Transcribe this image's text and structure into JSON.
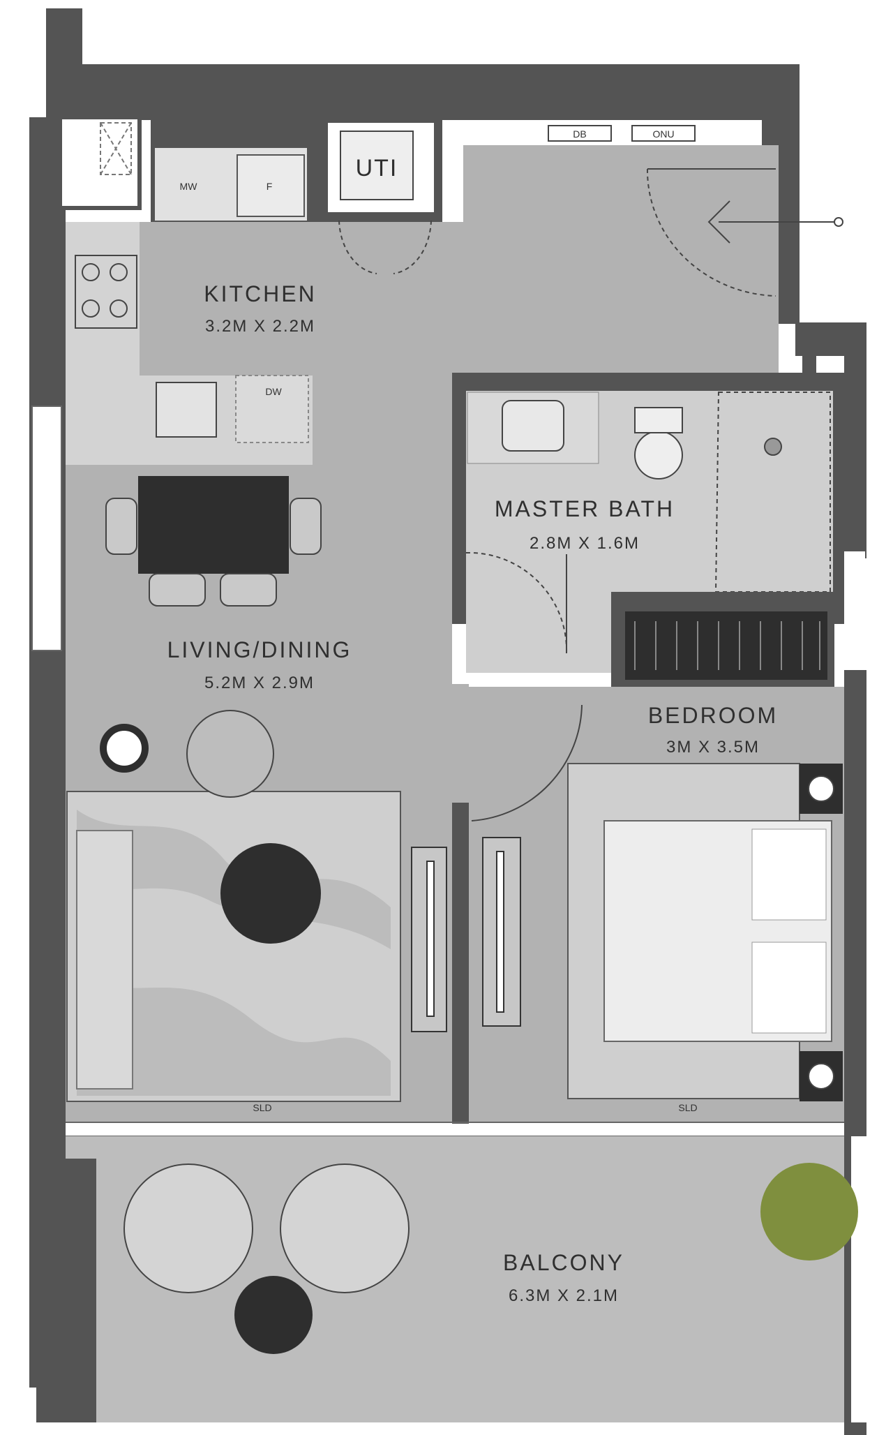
{
  "rooms": {
    "kitchen": {
      "name": "KITCHEN",
      "dims": "3.2M X 2.2M"
    },
    "master_bath": {
      "name": "MASTER BATH",
      "dims": "2.8M X 1.6M"
    },
    "living_dining": {
      "name": "LIVING/DINING",
      "dims": "5.2M X 2.9M"
    },
    "bedroom": {
      "name": "BEDROOM",
      "dims": "3M X 3.5M"
    },
    "balcony": {
      "name": "BALCONY",
      "dims": "6.3M X 2.1M"
    }
  },
  "utility": {
    "label": "UTI"
  },
  "panels": {
    "db": "DB",
    "onu": "ONU"
  },
  "appliances": {
    "microwave": "MW",
    "fridge": "F",
    "dishwasher": "DW"
  },
  "sliding_doors": {
    "living": "SLD",
    "bedroom": "SLD"
  },
  "colors": {
    "wall": "#545454",
    "floor": "#b2b2b2",
    "balcony_floor": "#bdbdbd",
    "counter": "#d3d3d3",
    "bath_floor": "#cfcfcf",
    "furniture_dark": "#2e2e2e",
    "plant": "#7f8f3e"
  }
}
